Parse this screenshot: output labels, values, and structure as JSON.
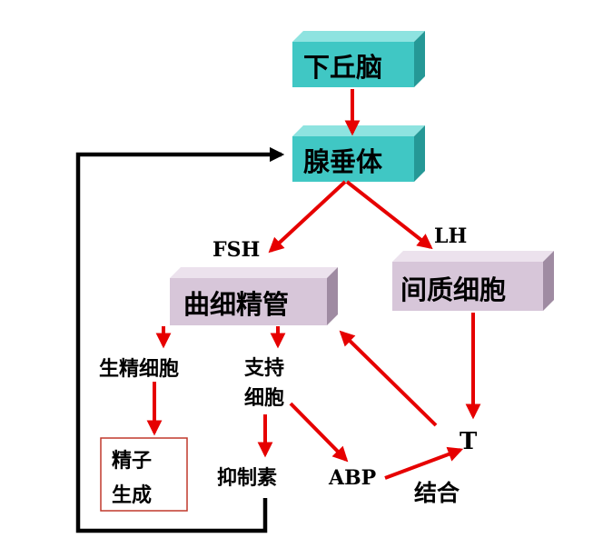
{
  "nodes": {
    "hypothalamus": "下丘脑",
    "pituitary": "腺垂体",
    "seminiferous_tubule": "曲细精管",
    "interstitial_cell": "间质细胞",
    "spermatogenic_cell": "生精细胞",
    "sertoli_cell_line1": "支持",
    "sertoli_cell_line2": "细胞",
    "sperm_line1": "精子",
    "sperm_line2": "生成",
    "inhibin": "抑制素",
    "abp": "ABP",
    "testosterone": "T",
    "binding": "结合"
  },
  "hormones": {
    "fsh": "FSH",
    "lh": "LH"
  },
  "colors": {
    "teal_front": "#40c7c4",
    "teal_top": "#8ee3e0",
    "teal_side": "#259896",
    "mauve_front": "#d7c6d9",
    "mauve_top": "#ece2ed",
    "mauve_side": "#9f8ba2",
    "red_arrow": "#e60000",
    "black_feedback": "#000000",
    "sperm_border": "#c0392b"
  }
}
